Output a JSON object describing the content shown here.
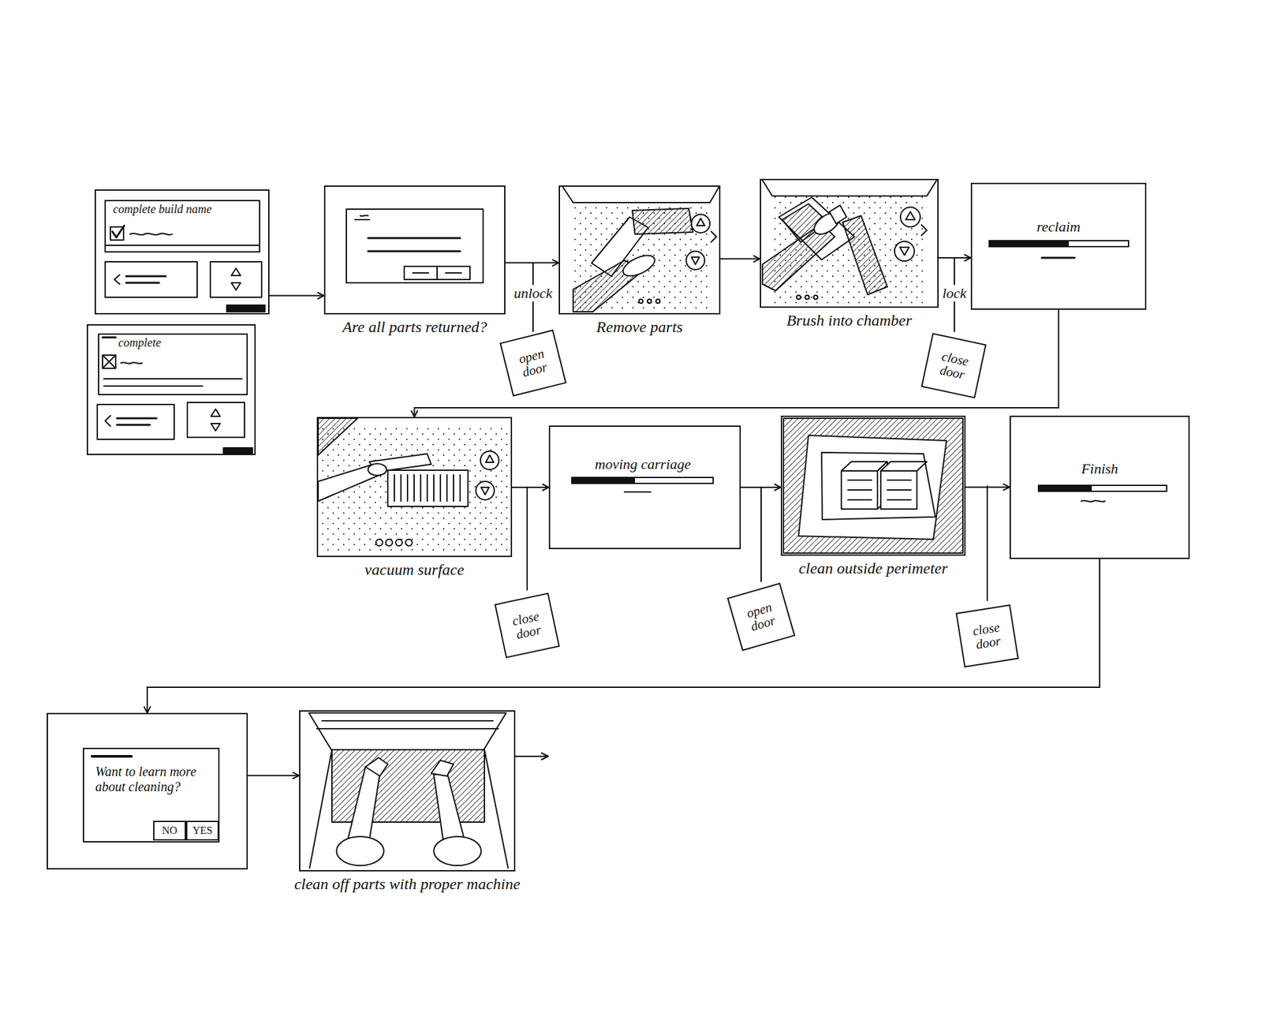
{
  "diagram": {
    "nodes": [
      {
        "text": [
          "complete build name"
        ]
      },
      {
        "text": [
          "complete"
        ]
      },
      {
        "text": [
          "Are all parts returned?"
        ]
      },
      {
        "text": [
          "Remove parts"
        ]
      },
      {
        "text": [
          "Brush into chamber"
        ]
      },
      {
        "text": [
          "reclaim"
        ]
      },
      {
        "text": [
          "open door"
        ]
      },
      {
        "text": [
          "close door"
        ]
      },
      {
        "text": [
          "vacuum surface"
        ]
      },
      {
        "text": [
          "moving carriage"
        ]
      },
      {
        "text": [
          "clean outside perimeter"
        ]
      },
      {
        "text": [
          "Finish"
        ]
      },
      {
        "text": [
          "close door"
        ]
      },
      {
        "text": [
          "open door"
        ]
      },
      {
        "text": [
          "close door"
        ]
      },
      {
        "text": [
          "Want to learn more about cleaning?"
        ]
      },
      {
        "text": [
          "NO"
        ],
        "in": 15
      },
      {
        "text": [
          "YES"
        ],
        "in": 15
      },
      {
        "text": [
          "clean off parts with proper machine"
        ]
      }
    ],
    "edges": [
      {
        "from": 0,
        "to": 2,
        "arrow": "to"
      },
      {
        "from": 2,
        "to": 3,
        "arrow": "to"
      },
      {
        "from": 3,
        "to": 4,
        "arrow": "to"
      },
      {
        "from": 4,
        "to": 5,
        "arrow": "to"
      },
      {
        "from": 5,
        "to": 8,
        "arrow": "to"
      },
      {
        "from": 8,
        "to": 9,
        "arrow": "to"
      },
      {
        "from": 9,
        "to": 10,
        "arrow": "to"
      },
      {
        "from": 10,
        "to": 11,
        "arrow": "to"
      },
      {
        "from": 11,
        "to": 15,
        "arrow": "to"
      },
      {
        "from": 15,
        "to": 18,
        "arrow": "to"
      }
    ],
    "labels": [
      "unlock",
      "lock"
    ]
  }
}
